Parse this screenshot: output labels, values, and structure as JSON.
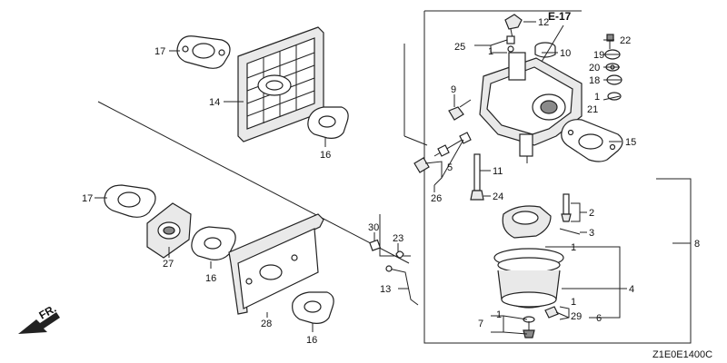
{
  "section_ref": "E-17",
  "diagram_code": "Z1E0E1400C",
  "front_indicator": "FR.",
  "callouts": {
    "c17a": "17",
    "c14": "14",
    "c16a": "16",
    "c17b": "17",
    "c27": "27",
    "c16b": "16",
    "c28": "28",
    "c16c": "16",
    "c30": "30",
    "c23": "23",
    "c13": "13",
    "c12": "12",
    "c25": "25",
    "c1a": "1",
    "c10": "10",
    "c19": "19",
    "c22": "22",
    "c20": "20",
    "c18": "18",
    "c1b": "1",
    "c21": "21",
    "c9": "9",
    "c15": "15",
    "c5": "5",
    "c26": "26",
    "c11": "11",
    "c24": "24",
    "c2": "2",
    "c3": "3",
    "c8": "8",
    "c1c": "1",
    "c4": "4",
    "c1d": "1",
    "c29": "29",
    "c6": "6",
    "c7": "7",
    "c1e": "1"
  }
}
